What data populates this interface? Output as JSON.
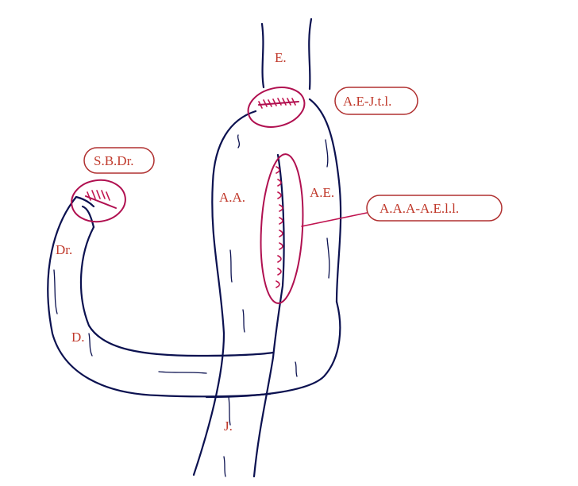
{
  "colors": {
    "ink": "#0b1150",
    "suture": "#b01050",
    "label": "#c0392b"
  },
  "labels": {
    "esophagus": "E.",
    "anterior_anastomosis": "A.A.",
    "anterior_e": "A.E.",
    "duodenal_loop": "Dr.",
    "duodenum": "D.",
    "jejunum": "J."
  },
  "callouts": {
    "top_anastomosis": "A.E-J.t.l.",
    "side_anastomosis": "A.A.A-A.E.l.l.",
    "stump": "S.B.Dr."
  }
}
